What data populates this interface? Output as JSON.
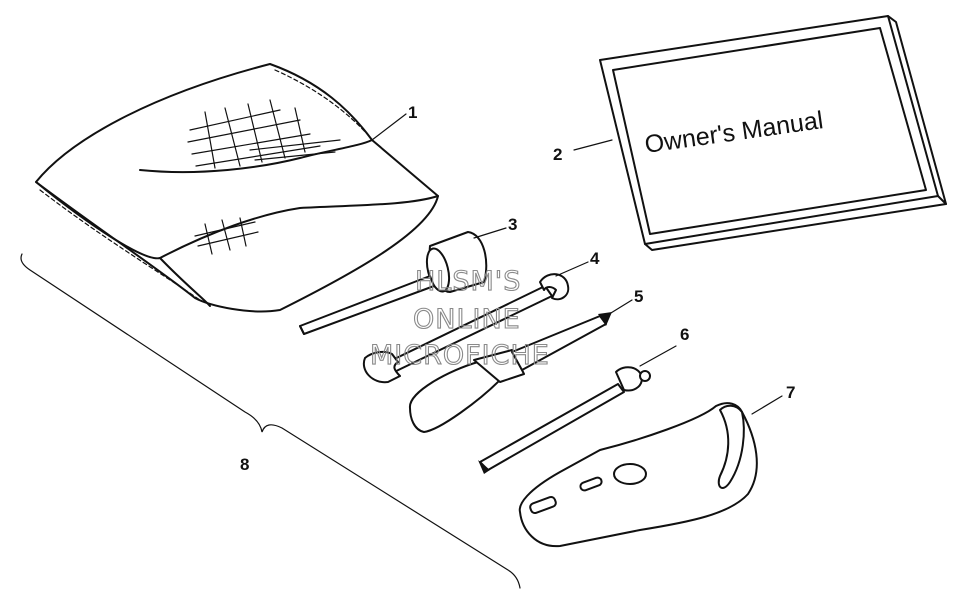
{
  "callouts": [
    {
      "id": "1",
      "part": "tool-pouch"
    },
    {
      "id": "2",
      "part": "owners-manual"
    },
    {
      "id": "3",
      "part": "spark-plug-wrench"
    },
    {
      "id": "4",
      "part": "open-end-wrench"
    },
    {
      "id": "5",
      "part": "screwdriver"
    },
    {
      "id": "6",
      "part": "socket-extension-handle"
    },
    {
      "id": "7",
      "part": "spanner-wrench"
    },
    {
      "id": "8",
      "part": "tool-kit-assembly"
    }
  ],
  "manual": {
    "cover_text": "Owner's Manual"
  },
  "watermark": {
    "line1": "HLSM'S",
    "line2": "ONLINE",
    "line3": "MICROFICHE"
  }
}
